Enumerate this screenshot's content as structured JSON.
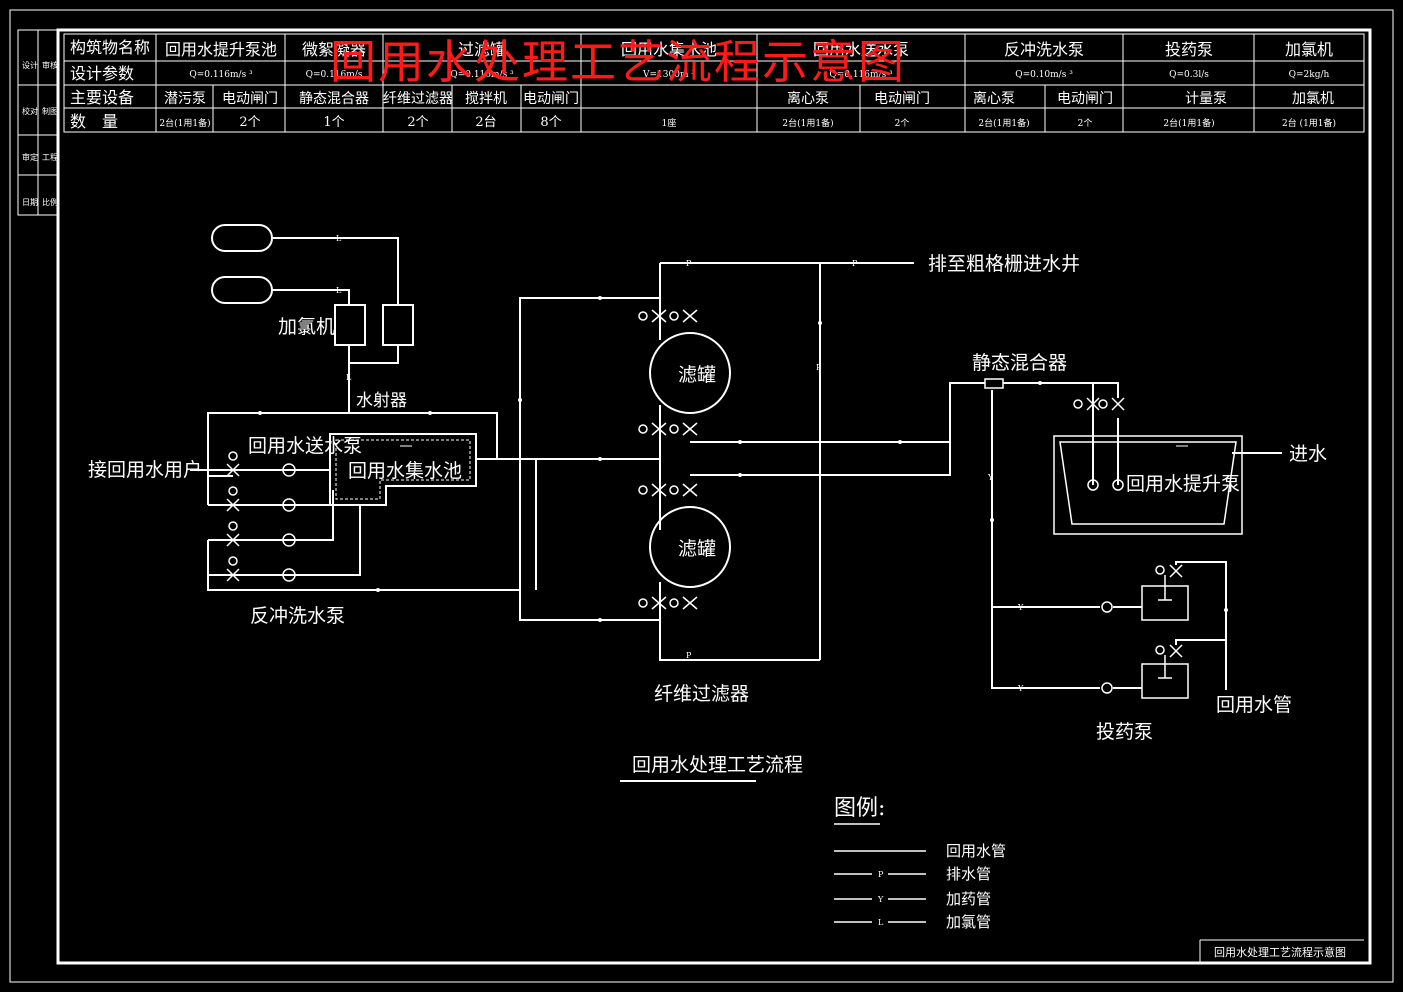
{
  "overlay_title": "回用水处理工艺流程示意图",
  "header": {
    "row_labels": [
      "构筑物名称",
      "设计参数",
      "主要设备",
      "数　量"
    ],
    "structures": [
      "回用水提升泵池",
      "微絮凝器",
      "过滤罐",
      "回用水集水池",
      "回用水送水泵",
      "反冲洗水泵",
      "投药泵",
      "加氯机"
    ],
    "params": [
      "Q=0.116m/s ³",
      "Q=0.116m/s",
      "Q=0.116m/s ³",
      "V=1300m ³",
      "Q=0.116m/s ³",
      "Q=0.10m/s ³",
      "Q=0.3l/s",
      "Q=2kg/h"
    ],
    "equipment": [
      "潜污泵",
      "电动闸门",
      "静态混合器",
      "纤维过滤器",
      "搅拌机",
      "电动闸门",
      "离心泵",
      "电动闸门",
      "离心泵",
      "电动闸门",
      "计量泵",
      "加氯机"
    ],
    "quantities": [
      "2台(1用1备)",
      "2个",
      "1个",
      "2个",
      "2台",
      "8个",
      "1座",
      "2台(1用1备)",
      "2个",
      "2台(1用1备)",
      "2个",
      "2台(1用1备)",
      "2台 (1用1备)"
    ]
  },
  "side_labels": [
    "设计",
    "审核",
    "校对",
    "制图",
    "审定",
    "工程",
    "日期",
    "比例"
  ],
  "labels": {
    "chlorinator": "加氯机",
    "ejector": "水射器",
    "supply_pump": "回用水送水泵",
    "collection_tank": "回用水集水池",
    "to_users": "接回用水用户",
    "backwash_pump": "反冲洗水泵",
    "filter_tank": "滤罐",
    "fiber_filter": "纤维过滤器",
    "drain_to": "排至粗格栅进水井",
    "static_mixer": "静态混合器",
    "lift_pump": "回用水提升泵",
    "water_in": "进水",
    "dosing_pump": "投药泵",
    "reuse_pipe": "回用水管",
    "process_title": "回用水处理工艺流程"
  },
  "pipe_codes": {
    "drain": "P",
    "dosing": "Y",
    "chlorine": "L"
  },
  "legend": {
    "title": "图例:",
    "items": [
      {
        "code": "",
        "label": "回用水管"
      },
      {
        "code": "P",
        "label": "排水管"
      },
      {
        "code": "Y",
        "label": "加药管"
      },
      {
        "code": "L",
        "label": "加氯管"
      }
    ]
  },
  "footer": "回用水处理工艺流程示意图",
  "colors": {
    "background": "#000000",
    "line": "#ffffff",
    "overlay": "#ff1a1a"
  }
}
